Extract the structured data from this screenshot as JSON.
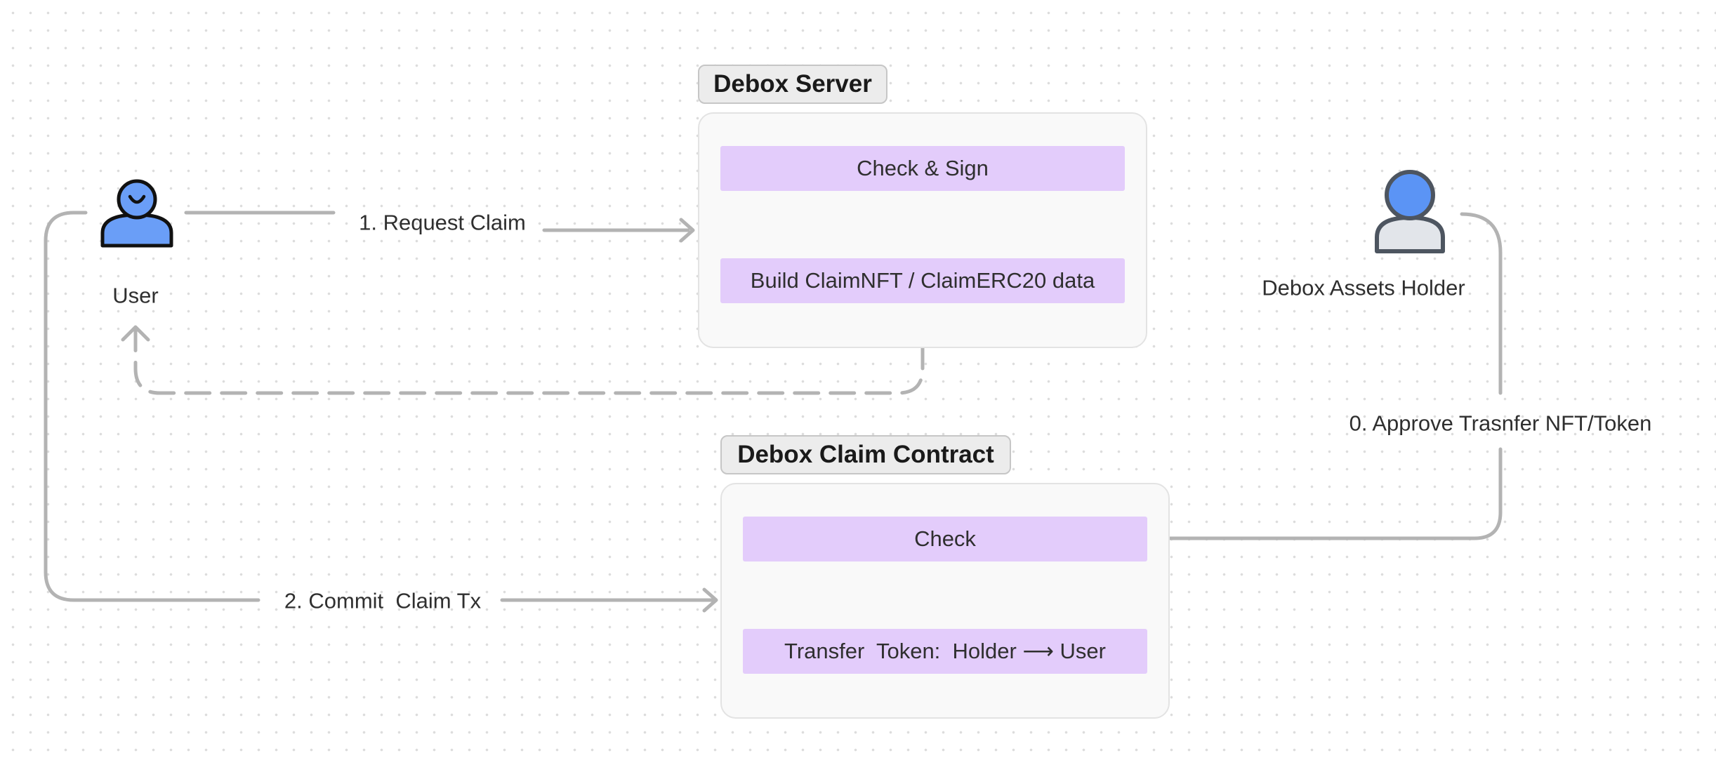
{
  "actors": {
    "user": {
      "label": "User",
      "icon": "user-icon",
      "color": "#6a9ef7"
    },
    "holder": {
      "label": "Debox Assets Holder",
      "icon": "assets-holder-icon",
      "color": "#5b94f5"
    }
  },
  "groups": {
    "server": {
      "title": "Debox Server",
      "steps": [
        "Check & Sign",
        "Build ClaimNFT / ClaimERC20 data"
      ]
    },
    "contract": {
      "title": "Debox Claim Contract",
      "steps": [
        "Check",
        "Transfer  Token:  Holder ⟶ User"
      ]
    }
  },
  "edges": {
    "request_claim": "1. Request Claim",
    "commit_claim": "2. Commit  Claim Tx",
    "approve_transfer": "0. Approve Trasnfer NFT/Token"
  },
  "colors": {
    "step_fill": "#e3ccfb",
    "connector": "#b3b3b3"
  }
}
